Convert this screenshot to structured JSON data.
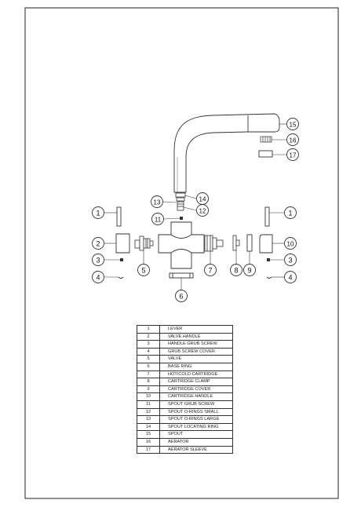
{
  "diagram": {
    "callouts": [
      {
        "label": "1"
      },
      {
        "label": "1"
      },
      {
        "label": "2"
      },
      {
        "label": "3"
      },
      {
        "label": "3"
      },
      {
        "label": "4"
      },
      {
        "label": "4"
      },
      {
        "label": "5"
      },
      {
        "label": "6"
      },
      {
        "label": "7"
      },
      {
        "label": "8"
      },
      {
        "label": "9"
      },
      {
        "label": "10"
      },
      {
        "label": "11"
      },
      {
        "label": "12"
      },
      {
        "label": "13"
      },
      {
        "label": "14"
      },
      {
        "label": "15"
      },
      {
        "label": "16"
      },
      {
        "label": "17"
      }
    ]
  },
  "parts_list": [
    {
      "num": "1",
      "name": "LEVER"
    },
    {
      "num": "2",
      "name": "VALVE HANDLE"
    },
    {
      "num": "3",
      "name": "HANDLE GRUB SCREW"
    },
    {
      "num": "4",
      "name": "GRUB SCREW COVER"
    },
    {
      "num": "5",
      "name": "VALVE"
    },
    {
      "num": "6",
      "name": "BASE RING"
    },
    {
      "num": "7",
      "name": "HOT/COLD CARTRIDGE"
    },
    {
      "num": "8",
      "name": "CARTRIDGE CLAMP"
    },
    {
      "num": "9",
      "name": "CARTRIDGE COVER"
    },
    {
      "num": "10",
      "name": "CARTRIDGE HANDLE"
    },
    {
      "num": "11",
      "name": "SPOUT GRUB SCREW"
    },
    {
      "num": "12",
      "name": "SPOUT O-RINGS SMALL"
    },
    {
      "num": "13",
      "name": "SPOUT O-RINGS LARGE"
    },
    {
      "num": "14",
      "name": "SPOUT LOCATING RING"
    },
    {
      "num": "15",
      "name": "SPOUT"
    },
    {
      "num": "16",
      "name": "AERATOR"
    },
    {
      "num": "17",
      "name": "AERATOR SLEEVE"
    }
  ]
}
